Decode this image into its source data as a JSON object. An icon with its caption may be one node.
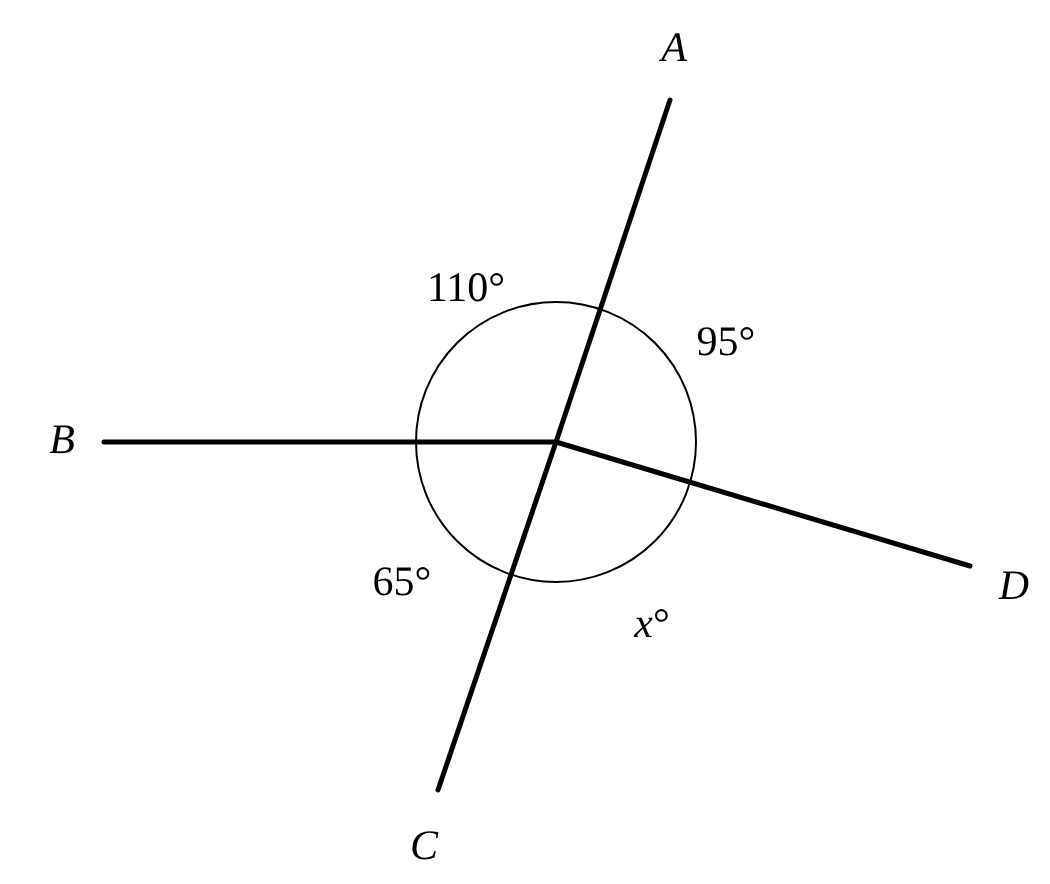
{
  "diagram": {
    "labels": [
      "A",
      "110°",
      "95°",
      "B",
      "65°",
      "*x*°",
      "D",
      "C"
    ]
  }
}
